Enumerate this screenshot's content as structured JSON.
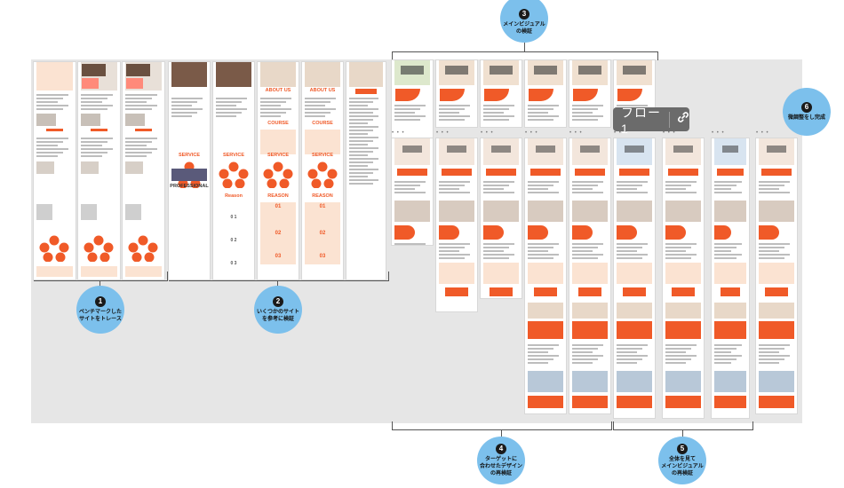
{
  "canvas": {
    "background": "#e6e6e6"
  },
  "colors": {
    "accent": "#f05a28",
    "peach": "#fbe3d2",
    "bubble": "#7cc0ec",
    "dark": "#1a1a1a"
  },
  "annotations": [
    {
      "num": "1",
      "line1": "ベンチマークした",
      "line2": "サイトをトレース",
      "line3": ""
    },
    {
      "num": "2",
      "line1": "いくつかのサイト",
      "line2": "を参考に検証",
      "line3": ""
    },
    {
      "num": "3",
      "line1": "メインビジュアル",
      "line2": "の検証",
      "line3": ""
    },
    {
      "num": "4",
      "line1": "ターゲットに",
      "line2": "合わせたデザイン",
      "line3": "の再検証"
    },
    {
      "num": "5",
      "line1": "全体を見て",
      "line2": "メインビジュアル",
      "line3": "の再検証"
    },
    {
      "num": "6",
      "line1": "微調整をし完成",
      "line2": "",
      "line3": ""
    }
  ],
  "flow_badge": {
    "label": "フロー1",
    "icon": "link-icon"
  },
  "frame_texts": {
    "about_us": "ABOUT US",
    "course": "COURSE",
    "service": "SERVICE",
    "reason": "REASON",
    "reason_alt": "Reason",
    "professional": "PROFESSIONAL",
    "n01": "01",
    "n02": "02",
    "n03": "03",
    "n01b": "0 1",
    "n02b": "0 2",
    "n03b": "0 3"
  },
  "frame_dots": "• • •"
}
